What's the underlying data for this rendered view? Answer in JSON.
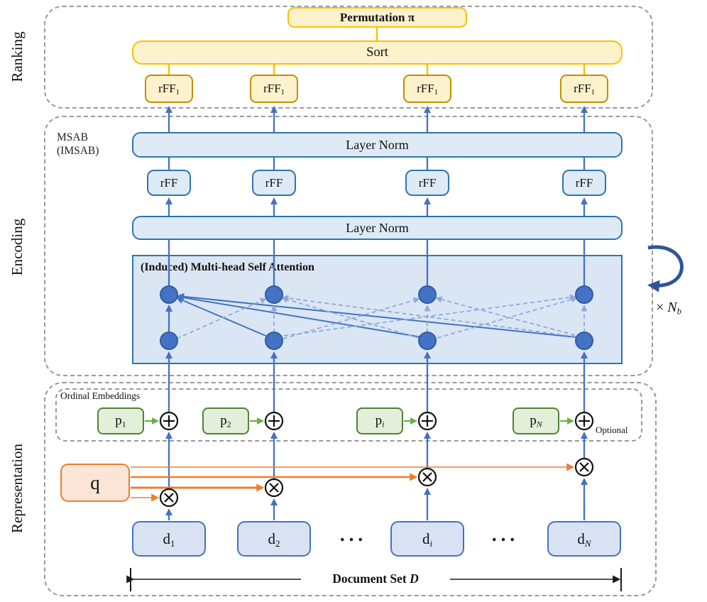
{
  "sections": {
    "ranking_label": "Ranking",
    "encoding_label": "Encoding",
    "representation_label": "Representation"
  },
  "ranking": {
    "permutation_label": "Permutation π",
    "sort_label": "Sort",
    "rff_boxes": [
      {
        "base": "rFF",
        "sub": "1"
      },
      {
        "base": "rFF",
        "sub": "1"
      },
      {
        "base": "rFF",
        "sub": "1"
      },
      {
        "base": "rFF",
        "sub": "1"
      }
    ]
  },
  "encoding": {
    "msab_label_line1": "MSAB",
    "msab_label_line2": "(IMSAB)",
    "layer_norm_top_label": "Layer Norm",
    "layer_norm_bottom_label": "Layer Norm",
    "rff_boxes": [
      {
        "label": "rFF"
      },
      {
        "label": "rFF"
      },
      {
        "label": "rFF"
      },
      {
        "label": "rFF"
      }
    ],
    "attention_title": "(Induced) Multi-head Self Attention",
    "repeat_label": {
      "times": "×",
      "var": "N",
      "sub": "b"
    }
  },
  "representation": {
    "ordinal_embeddings_label": "Ordinal Embeddings",
    "optional_label": "Optional",
    "p_boxes": [
      {
        "base": "p",
        "sub": "1"
      },
      {
        "base": "p",
        "sub": "2"
      },
      {
        "base": "p",
        "sub": "i"
      },
      {
        "base": "p",
        "sub": "N"
      }
    ],
    "q_label": "q",
    "d_boxes": [
      {
        "base": "d",
        "sub": "1"
      },
      {
        "base": "d",
        "sub": "2"
      },
      {
        "base": "d",
        "sub": "i"
      },
      {
        "base": "d",
        "sub": "N"
      }
    ],
    "ellipsis_left": "...",
    "ellipsis_right": "...",
    "document_set": {
      "prefix": "Document Set ",
      "var": "D"
    }
  },
  "symbols": {
    "oplus": "⊕",
    "otimes": "⊗"
  },
  "colors": {
    "yellow_fill": "#FEF2CC",
    "yellow_border": "#FFC000",
    "gold_border": "#BF9000",
    "blue_fill": "#DEEAF6",
    "blue_border": "#2E74B5",
    "attention_fill": "#DBE6F4",
    "node_blue": "#4472C4",
    "light_dash_blue": "#8FAADC",
    "green_fill": "#E2EFD9",
    "green_border": "#538135",
    "green_arrow": "#70AD47",
    "orange_fill": "#FBE5D6",
    "orange": "#ED7D31",
    "repeat_arrow": "#2F5597",
    "section_border": "#9A9A9A"
  }
}
